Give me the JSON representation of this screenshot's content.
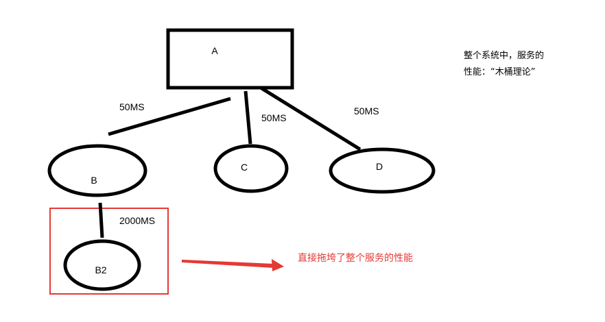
{
  "nodes": {
    "a": "A",
    "b": "B",
    "c": "C",
    "d": "D",
    "b2": "B2"
  },
  "edges": {
    "a_b": "50MS",
    "a_c": "50MS",
    "a_d": "50MS",
    "b_b2": "2000MS"
  },
  "note": {
    "line1": "整个系统中，服务的",
    "line2": "性能：“木桶理论”"
  },
  "annotation": {
    "text": "直接拖垮了整个服务的性能",
    "color": "#e53935"
  },
  "colors": {
    "stroke": "#000000",
    "highlight": "#e53935"
  }
}
